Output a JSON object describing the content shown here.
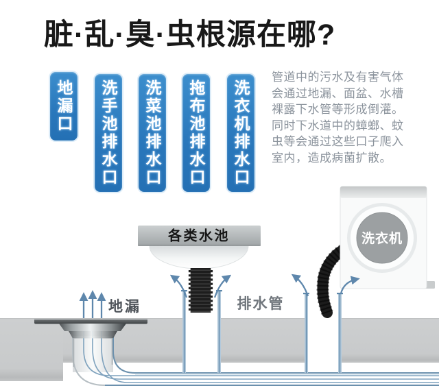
{
  "title": "脏·乱·臭·虫根源在哪?",
  "pills": [
    "地漏口",
    "洗手池排水口",
    "洗菜池排水口",
    "拖布池排水口",
    "洗衣机排水口"
  ],
  "intro": {
    "lines": [
      "管道中的污水及有害气体",
      "会通过地漏、面盆、水槽",
      "裸露下水管等形成倒灌。",
      "同时下水道中的蟑螂、蚊",
      "虫等会通过这些口子爬入",
      "室内，造成病菌扩散。"
    ]
  },
  "diagram": {
    "sink_label": "各类水池",
    "washer_label": "洗衣机",
    "floor_drain_label": "地漏",
    "drain_pipe_label": "排水管"
  },
  "colors": {
    "pill_blue": "#2a78bc",
    "arrow_blue": "#5e87ac",
    "pipe_outline_blue": "#6b90ad",
    "ground_gray": "#cbcdce",
    "hose_black": "#1d1d1d",
    "text_gray": "#8b939c"
  }
}
